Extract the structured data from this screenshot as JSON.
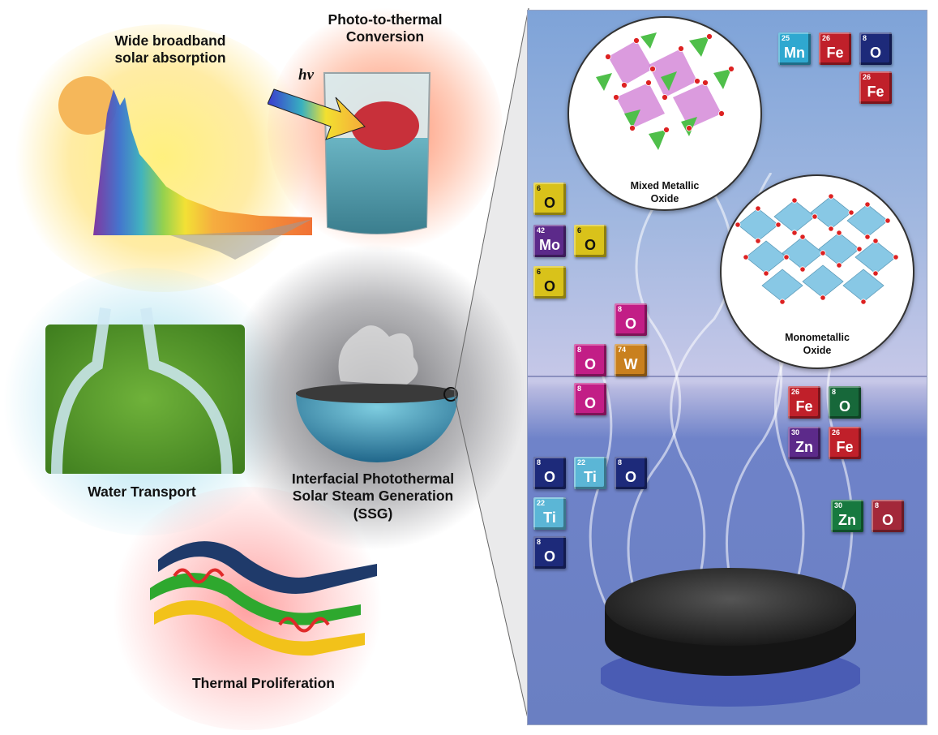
{
  "labels": {
    "solar_absorption": "Wide broadband\nsolar absorption",
    "photo_thermal": "Photo-to-thermal\nConversion",
    "hv": "hv",
    "water_transport": "Water Transport",
    "ssg": "Interfacial Photothermal\nSolar Steam Generation\n(SSG)",
    "thermal": "Thermal Proliferation",
    "mixed_oxide": "Mixed Metallic\nOxide",
    "mono_oxide": "Monometallic\nOxide"
  },
  "elements": {
    "mn_fe_o": [
      {
        "num": "25",
        "sym": "Mn",
        "color": "#2fa8d0"
      },
      {
        "num": "26",
        "sym": "Fe",
        "color": "#c0202a"
      },
      {
        "num": "8",
        "sym": "O",
        "color": "#1d2a7a"
      },
      {
        "num": "26",
        "sym": "Fe",
        "color": "#c0202a"
      }
    ],
    "mo_o": [
      {
        "num": "6",
        "sym": "O",
        "color": "#d9c21a"
      },
      {
        "num": "42",
        "sym": "Mo",
        "color": "#5c2a8a"
      },
      {
        "num": "6",
        "sym": "O",
        "color": "#d9c21a"
      },
      {
        "num": "6",
        "sym": "O",
        "color": "#d9c21a"
      }
    ],
    "w_o": [
      {
        "num": "8",
        "sym": "O",
        "color": "#c21e86"
      },
      {
        "num": "8",
        "sym": "O",
        "color": "#c21e86"
      },
      {
        "num": "74",
        "sym": "W",
        "color": "#c9801e"
      },
      {
        "num": "8",
        "sym": "O",
        "color": "#c21e86"
      }
    ],
    "zn_fe_o": [
      {
        "num": "26",
        "sym": "Fe",
        "color": "#c0202a"
      },
      {
        "num": "8",
        "sym": "O",
        "color": "#17683a"
      },
      {
        "num": "30",
        "sym": "Zn",
        "color": "#5c2a8a"
      },
      {
        "num": "26",
        "sym": "Fe",
        "color": "#c0202a"
      }
    ],
    "ti_o": [
      {
        "num": "8",
        "sym": "O",
        "color": "#1d2a7a"
      },
      {
        "num": "22",
        "sym": "Ti",
        "color": "#5bb6d6"
      },
      {
        "num": "8",
        "sym": "O",
        "color": "#1d2a7a"
      },
      {
        "num": "22",
        "sym": "Ti",
        "color": "#5bb6d6"
      },
      {
        "num": "8",
        "sym": "O",
        "color": "#1d2a7a"
      }
    ],
    "zn_o": [
      {
        "num": "30",
        "sym": "Zn",
        "color": "#17793f"
      },
      {
        "num": "8",
        "sym": "O",
        "color": "#a3283a"
      }
    ]
  }
}
